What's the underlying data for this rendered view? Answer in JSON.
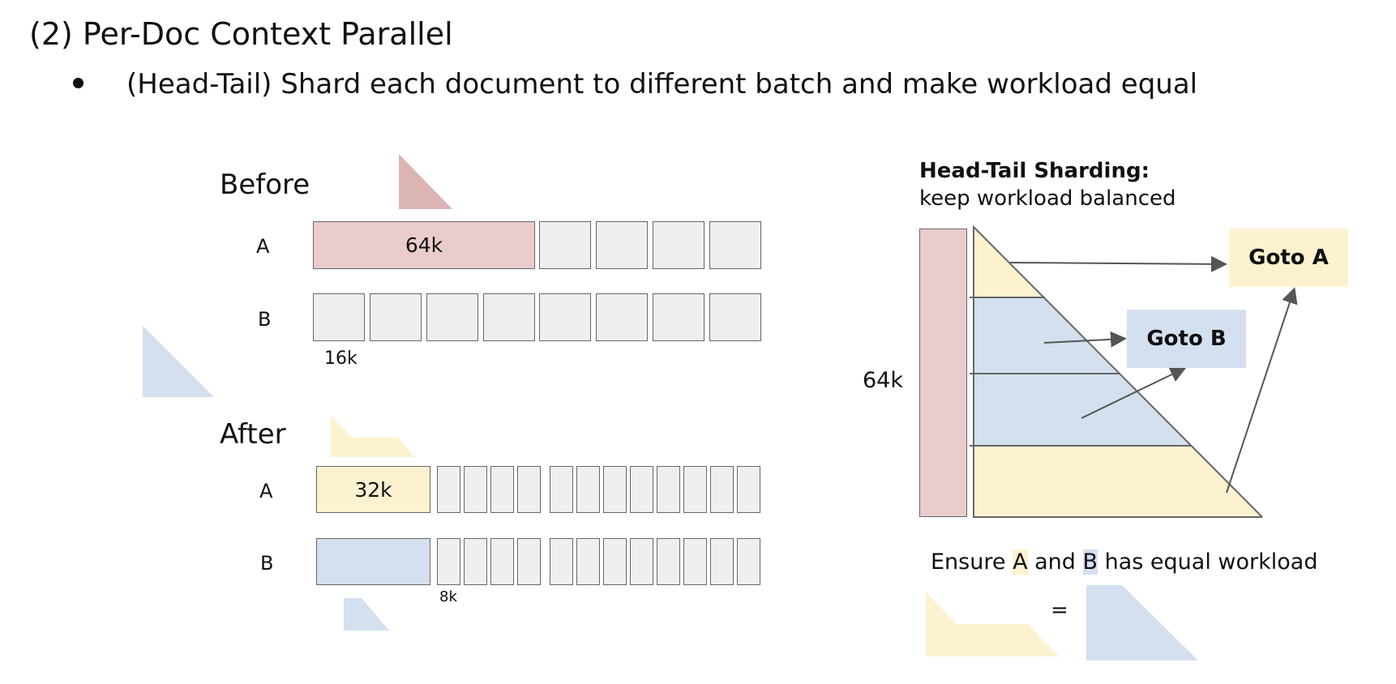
{
  "slide": {
    "title": "(2) Per-Doc Context Parallel",
    "bullet": "(Head-Tail) Shard each document to different batch and make workload equal"
  },
  "left": {
    "before_label": "Before",
    "after_label": "After",
    "row_a": "A",
    "row_b": "B",
    "before_a_doc": "64k",
    "before_b_chunk": "16k",
    "after_a_doc": "32k",
    "after_b_chunk": "8k"
  },
  "right": {
    "title": "Head-Tail Sharding:",
    "subtitle": "keep workload balanced",
    "doc_size": "64k",
    "goto_a": "Goto A",
    "goto_b": "Goto B",
    "ensure_prefix": "Ensure ",
    "ensure_a": "A",
    "ensure_mid": " and ",
    "ensure_b": "B",
    "ensure_suffix": " has equal workload",
    "equals": "="
  },
  "colors": {
    "doc_pink": "#eacccc",
    "worker_a_yellow": "#fdf2d0",
    "worker_b_blue": "#d4e0ef",
    "empty_gray": "#efefef"
  }
}
